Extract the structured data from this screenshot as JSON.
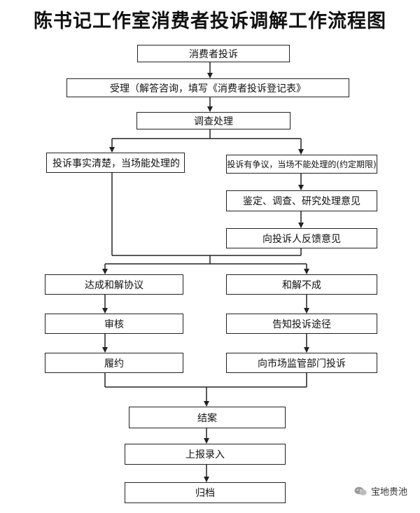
{
  "title": "陈书记工作室消费者投诉调解工作流程图",
  "nodes": {
    "complaint": "消费者投诉",
    "accept": "受理（解答咨询，填写《消费者投诉登记表》",
    "investigate": "调查处理",
    "clear": "投诉事实清楚，当场能处理的",
    "dispute": "投诉有争议，当场不能处理的(约定期限)",
    "appraise": "鉴定、调查、研究处理意见",
    "feedback": "向投诉人反馈意见",
    "agree": "达成和解协议",
    "fail": "和解不成",
    "review": "审核",
    "inform": "告知投诉途径",
    "perform": "履约",
    "report_market": "向市场监管部门投诉",
    "close": "结案",
    "submit": "上报录入",
    "archive": "归档"
  },
  "watermark": "宝地贵池"
}
